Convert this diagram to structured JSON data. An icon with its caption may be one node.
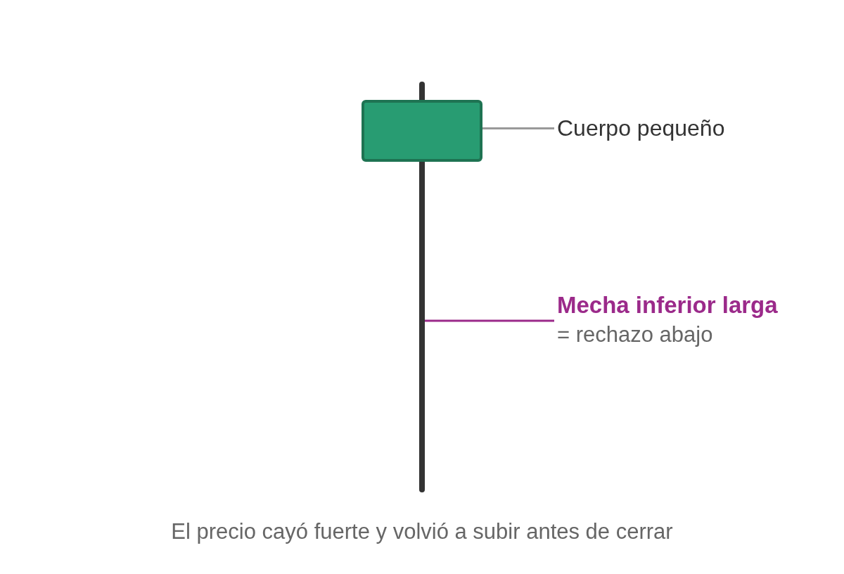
{
  "diagram": {
    "caption": "El precio cayó fuerte y volvió a subir antes de cerrar",
    "nodes": [
      {
        "text": [],
        "shape": "box"
      },
      {
        "text": [
          "Cuerpo pequeño"
        ]
      },
      {
        "text": [],
        "shape": "bar"
      },
      {
        "text": [
          "Mecha inferior larga",
          "= rechazo abajo"
        ]
      }
    ],
    "edges": [
      {
        "from": 1,
        "to": 0,
        "arrow": "none"
      },
      {
        "from": 3,
        "to": 2,
        "arrow": "none",
        "color": "#9b2a8a"
      }
    ]
  }
}
